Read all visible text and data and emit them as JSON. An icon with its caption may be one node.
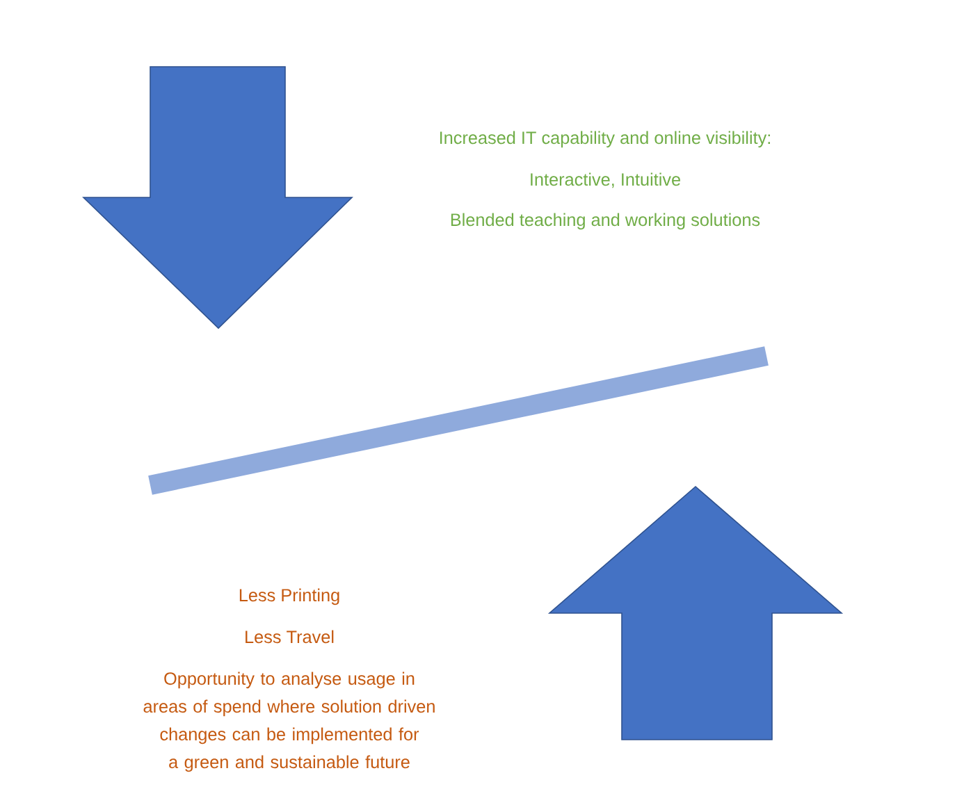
{
  "diagram": {
    "labels": [
      "Increased IT capability and online visibility:",
      "Interactive, Intuitive",
      "Blended teaching and working solutions",
      "Less Printing",
      "Less Travel",
      "Opportunity to analyse usage in areas of spend where solution driven changes can be implemented for a green and sustainable future"
    ]
  }
}
